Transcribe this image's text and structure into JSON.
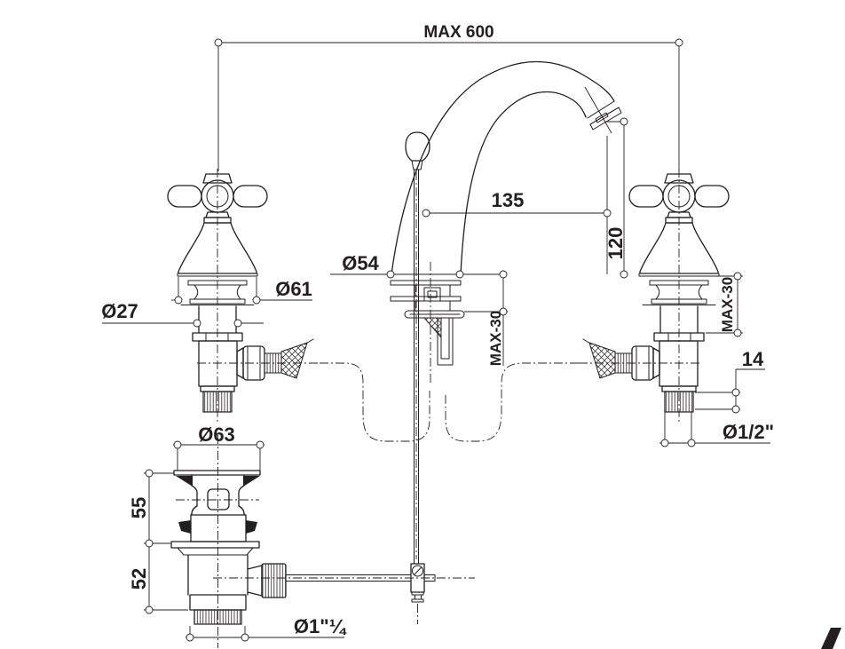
{
  "meta": {
    "drawing_type": "faucet technical dimension drawing",
    "background": "#ffffff",
    "line_color": "#231f20"
  },
  "dims": {
    "max600": "MAX 600",
    "reach135": "135",
    "height120": "120",
    "dia54": "Ø54",
    "dia61": "Ø61",
    "dia27": "Ø27",
    "max30_center": "MAX-30",
    "max30_right": "MAX-30",
    "len14": "14",
    "dia_half": "Ø1/2\"",
    "dia63": "Ø63",
    "h55": "55",
    "h52": "52",
    "dia114": "Ø1\"¼"
  }
}
